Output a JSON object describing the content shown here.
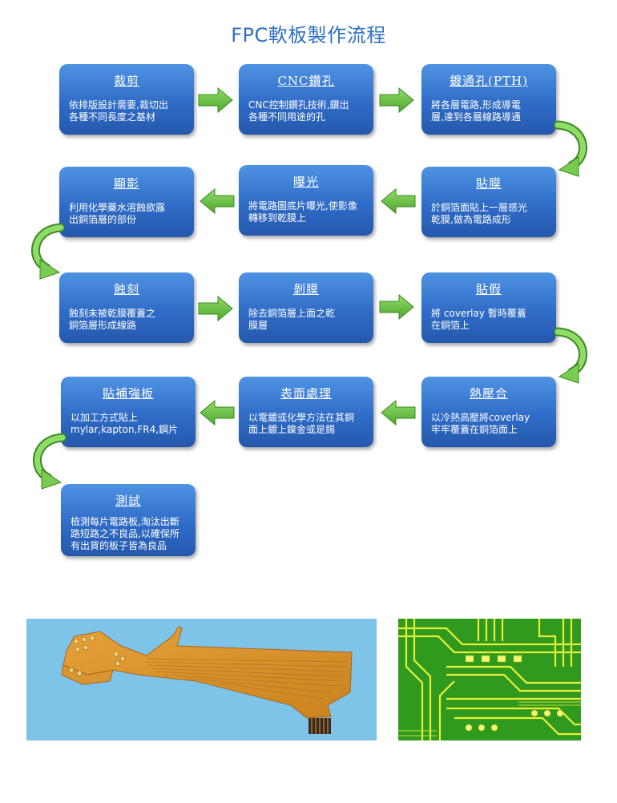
{
  "title": "FPC軟板製作流程",
  "steps": [
    {
      "title": "裁剪",
      "desc": "依排版設計需要,裁切出\n各種不同長度之基材"
    },
    {
      "title": "CNC鑽孔",
      "desc": "CNC控制鑽孔技術,鑽出\n各種不同用途的孔"
    },
    {
      "title": "鍍通孔(PTH)",
      "desc": "將各層電路,形成導電\n層,達到各層線路導通"
    },
    {
      "title": "貼膜",
      "desc": "於銅箔面貼上一層感光\n乾膜,做為電路成形"
    },
    {
      "title": "曝光",
      "desc": "將電路圖底片曝光,使影像\n轉移到乾膜上"
    },
    {
      "title": "顯影",
      "desc": "利用化學藥水溶蝕欲露\n出銅箔層的部份"
    },
    {
      "title": "蝕刻",
      "desc": "蝕刻未被乾膜覆蓋之\n銅箔層形成線路"
    },
    {
      "title": "剝膜",
      "desc": "除去銅箔層上面之乾\n膜層"
    },
    {
      "title": "貼假",
      "desc": "將 coverlay 暫時覆蓋\n在銅箔上"
    },
    {
      "title": "熱壓合",
      "desc": "以冷熱高壓將coverlay\n牢牢覆蓋在銅箔面上"
    },
    {
      "title": "表面處理",
      "desc": "以電鍍或化學方法在其銅\n面上鍍上鎳金或是錫"
    },
    {
      "title": "貼補強板",
      "desc": "以加工方式貼上\nmylar,kapton,FR4,鋼片"
    },
    {
      "title": "測試",
      "desc": "檢測每片電路板,淘汰出斷\n路短路之不良品,以確保所\n有出貨的板子皆為良品"
    }
  ],
  "colors": {
    "box_top": "#4f93e3",
    "box_bottom": "#2558ad",
    "arrow": "#6cc04a",
    "title": "#2e6fc4"
  }
}
